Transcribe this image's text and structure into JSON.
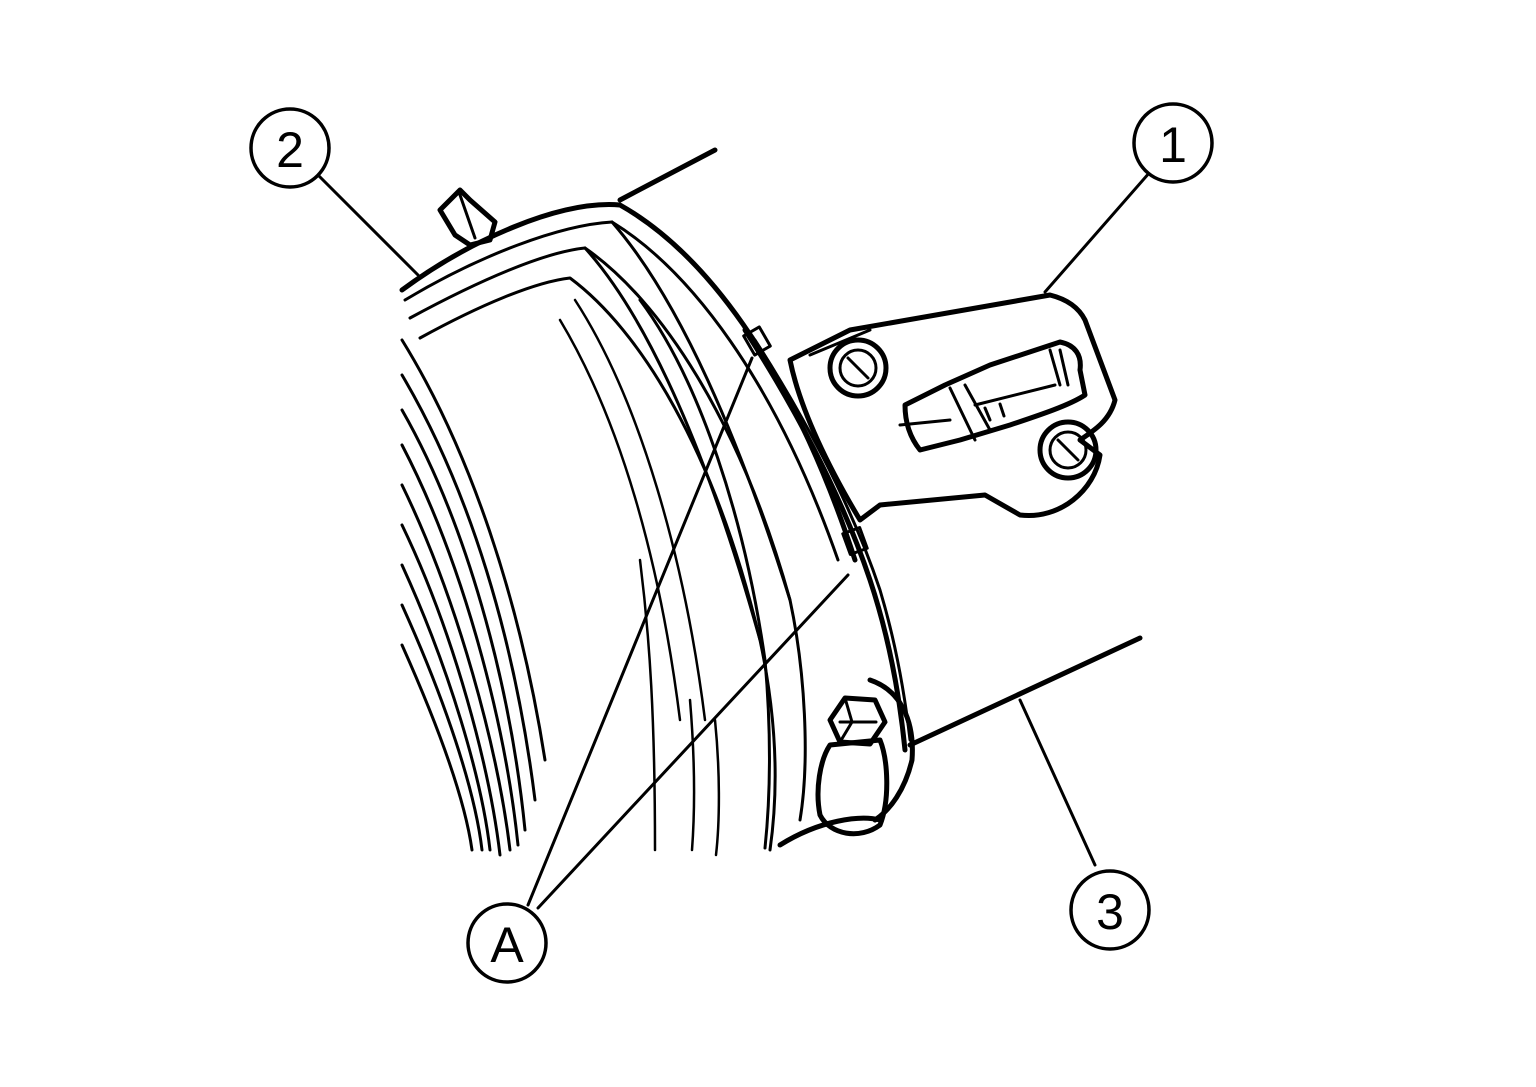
{
  "callouts": [
    {
      "id": "callout-1",
      "label": "1"
    },
    {
      "id": "callout-2",
      "label": "2"
    },
    {
      "id": "callout-3",
      "label": "3"
    },
    {
      "id": "callout-a",
      "label": "A"
    }
  ]
}
